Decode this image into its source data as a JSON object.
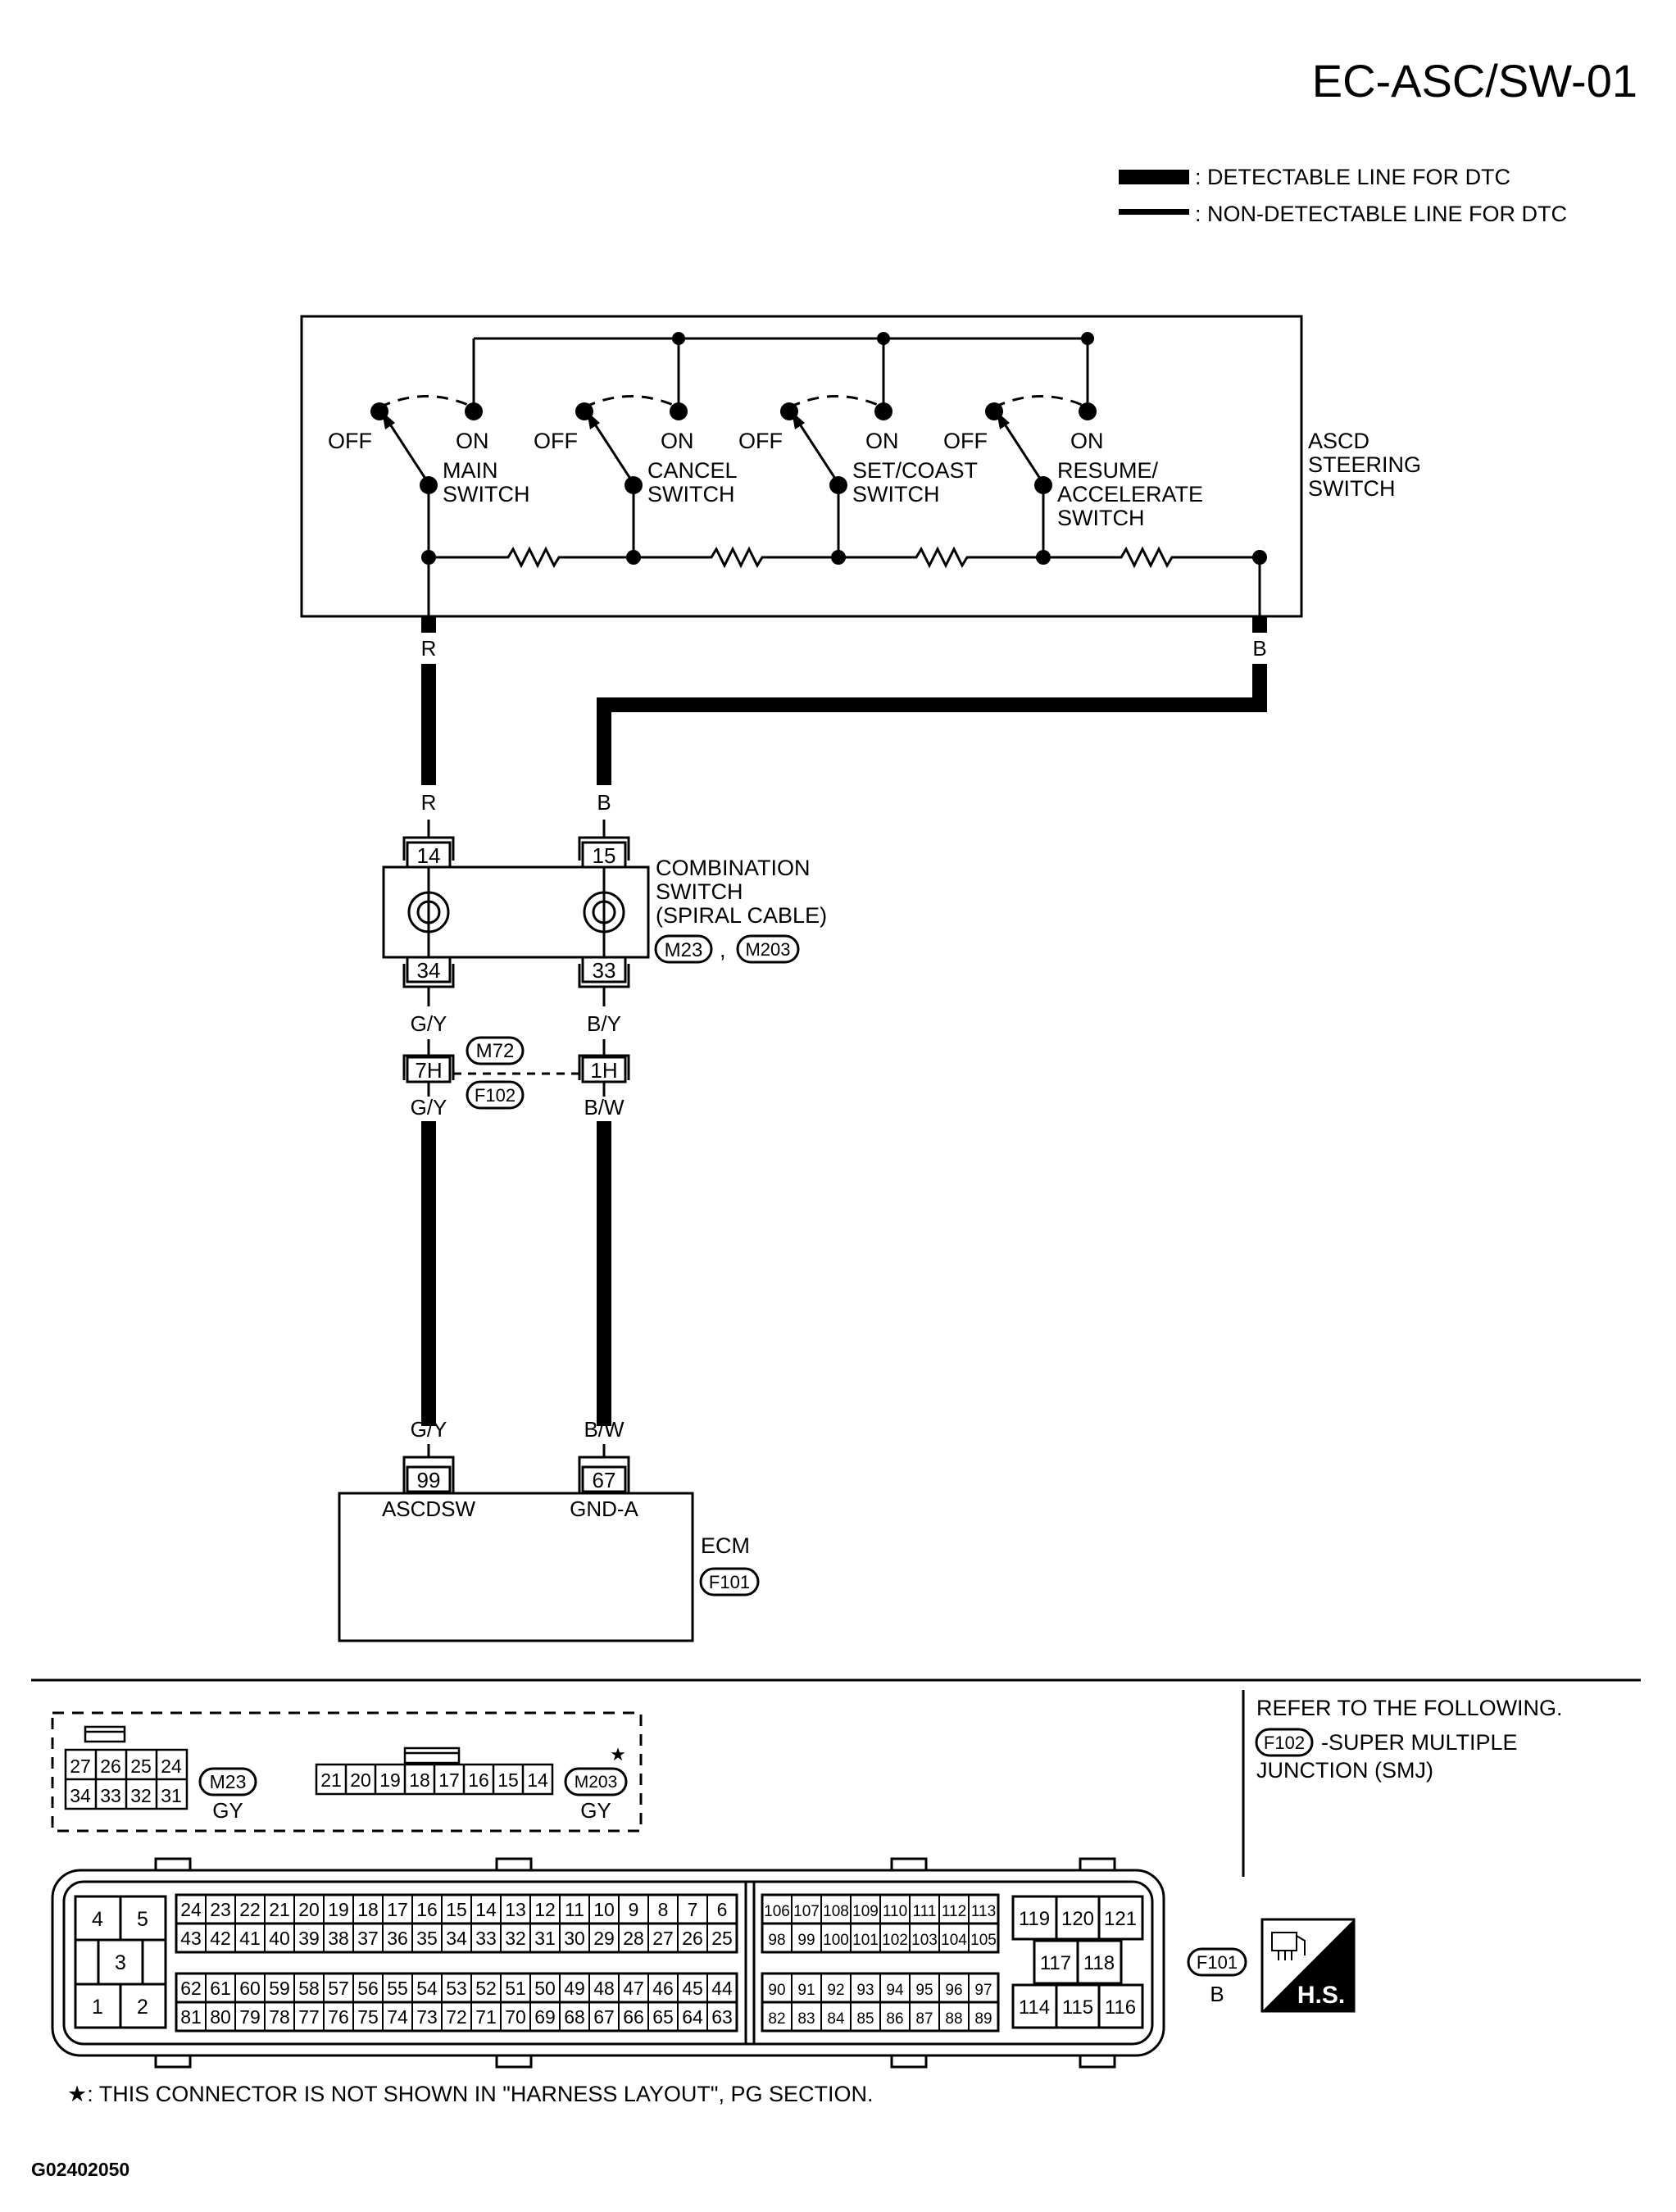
{
  "page_title": "EC-ASC/SW-01",
  "legend": {
    "detectable": ": DETECTABLE LINE FOR DTC",
    "non_detectable": ": NON-DETECTABLE LINE FOR DTC"
  },
  "switch_labels": {
    "off": "OFF",
    "on": "ON",
    "main": [
      "MAIN",
      "SWITCH"
    ],
    "cancel": [
      "CANCEL",
      "SWITCH"
    ],
    "set_coast": [
      "SET/COAST",
      "SWITCH"
    ],
    "resume": [
      "RESUME/",
      "ACCELERATE",
      "SWITCH"
    ]
  },
  "asc_steering_switch": [
    "ASCD",
    "STEERING",
    "SWITCH"
  ],
  "wires": {
    "r": "R",
    "b": "B",
    "gy": "G/Y",
    "by": "B/Y",
    "bw": "B/W"
  },
  "combination_switch": {
    "lines": [
      "COMBINATION",
      "SWITCH",
      "(SPIRAL CABLE)"
    ],
    "pin_top_left": "14",
    "pin_top_right": "15",
    "pin_bottom_left": "34",
    "pin_bottom_right": "33",
    "conn1": "M23",
    "conn2": "M203",
    "separator": ","
  },
  "joint_connector": {
    "pin_left": "7H",
    "pin_right": "1H",
    "conn_top": "M72",
    "conn_bottom": "F102"
  },
  "ecm": {
    "label": "ECM",
    "pin_left": "99",
    "pin_right": "67",
    "term_left": "ASCDSW",
    "term_right": "GND-A",
    "conn": "F101"
  },
  "refer": {
    "line1": "REFER TO THE FOLLOWING.",
    "conn": "F102",
    "line2": "-SUPER MULTIPLE",
    "line3": "JUNCTION (SMJ)"
  },
  "connector_m23": {
    "row1": [
      "27",
      "26",
      "25",
      "24"
    ],
    "row2": [
      "34",
      "33",
      "32",
      "31"
    ],
    "id": "M23",
    "color": "GY"
  },
  "connector_m203": {
    "pins": [
      "21",
      "20",
      "19",
      "18",
      "17",
      "16",
      "15",
      "14"
    ],
    "id": "M203",
    "color": "GY",
    "star": "★"
  },
  "connector_f101": {
    "small_block": [
      "4",
      "5",
      "3",
      "1",
      "2"
    ],
    "block1_row1": [
      "24",
      "23",
      "22",
      "21",
      "20",
      "19",
      "18",
      "17",
      "16",
      "15",
      "14",
      "13",
      "12",
      "11",
      "10",
      "9",
      "8",
      "7",
      "6"
    ],
    "block1_row2": [
      "43",
      "42",
      "41",
      "40",
      "39",
      "38",
      "37",
      "36",
      "35",
      "34",
      "33",
      "32",
      "31",
      "30",
      "29",
      "28",
      "27",
      "26",
      "25"
    ],
    "block1_row3": [
      "62",
      "61",
      "60",
      "59",
      "58",
      "57",
      "56",
      "55",
      "54",
      "53",
      "52",
      "51",
      "50",
      "49",
      "48",
      "47",
      "46",
      "45",
      "44"
    ],
    "block1_row4": [
      "81",
      "80",
      "79",
      "78",
      "77",
      "76",
      "75",
      "74",
      "73",
      "72",
      "71",
      "70",
      "69",
      "68",
      "67",
      "66",
      "65",
      "64",
      "63"
    ],
    "block2_row1": [
      "106",
      "107",
      "108",
      "109",
      "110",
      "111",
      "112",
      "113"
    ],
    "block2_row2": [
      "98",
      "99",
      "100",
      "101",
      "102",
      "103",
      "104",
      "105"
    ],
    "block2_row3": [
      "90",
      "91",
      "92",
      "93",
      "94",
      "95",
      "96",
      "97"
    ],
    "block2_row4": [
      "82",
      "83",
      "84",
      "85",
      "86",
      "87",
      "88",
      "89"
    ],
    "block3_row1": [
      "119",
      "120",
      "121"
    ],
    "block3_row2": [
      "117",
      "118"
    ],
    "block3_row3": [
      "114",
      "115",
      "116"
    ],
    "id": "F101",
    "color": "B",
    "hs": "H.S."
  },
  "footnote": "★: THIS CONNECTOR IS NOT SHOWN IN \"HARNESS LAYOUT\", PG SECTION.",
  "figure_id": "G02402050",
  "colors": {
    "line": "#000000",
    "background": "#ffffff"
  }
}
